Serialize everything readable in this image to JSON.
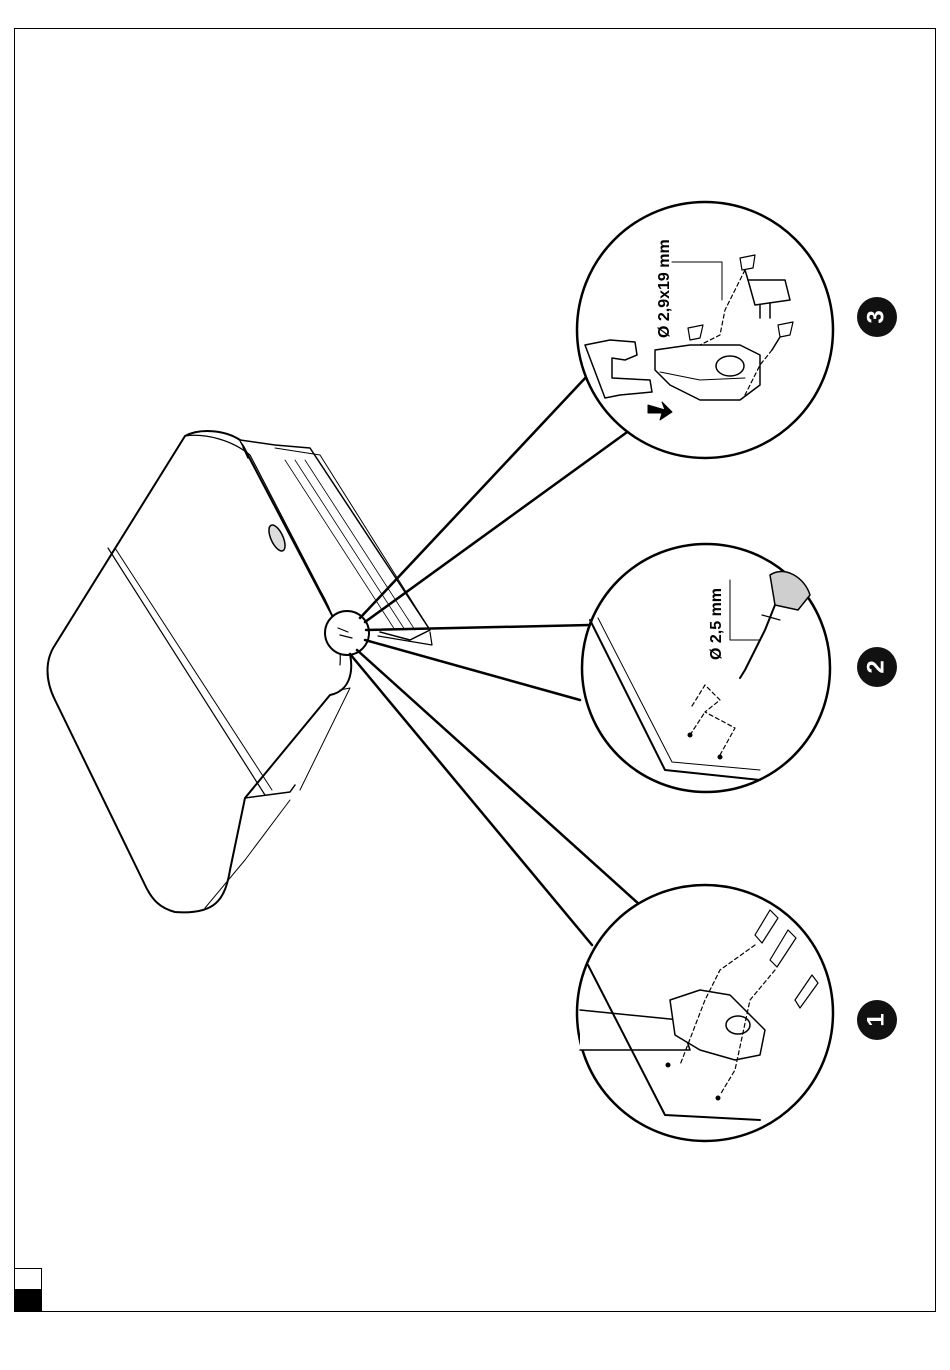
{
  "steps": {
    "one": {
      "number": "1"
    },
    "two": {
      "number": "2",
      "drill_label": "Ø 2,5 mm"
    },
    "three": {
      "number": "3",
      "screw_label": "Ø 2,9x19 mm"
    }
  }
}
